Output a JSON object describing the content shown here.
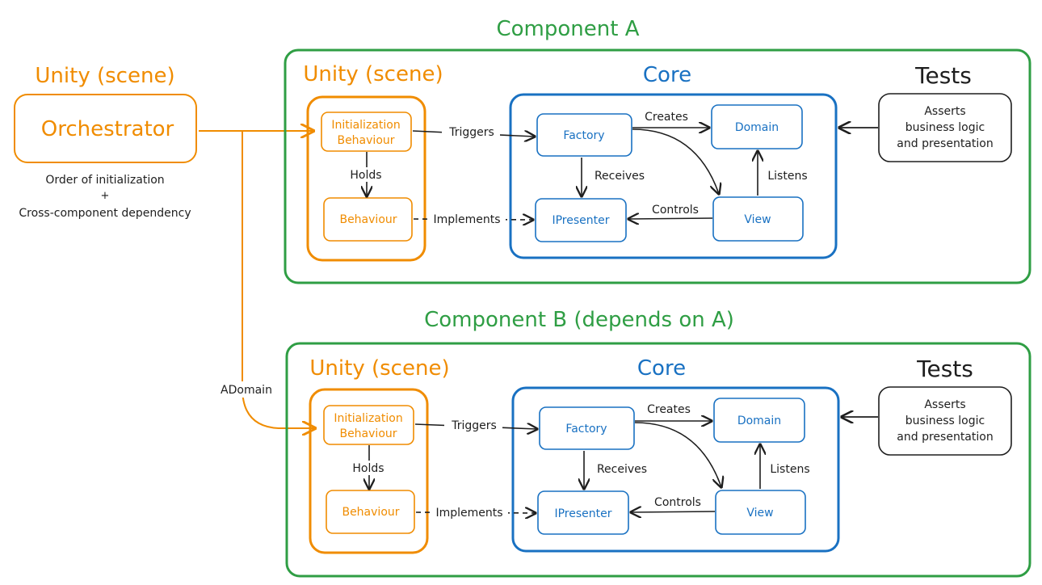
{
  "colors": {
    "green": "#2f9e44",
    "orange": "#f08c00",
    "blue": "#1971c2",
    "black": "#1e1e1e"
  },
  "orchestrator": {
    "section_title": "Unity (scene)",
    "label": "Orchestrator",
    "note_line1": "Order of initialization",
    "note_line2": "+",
    "note_line3": "Cross-component dependency",
    "edge_label": "ADomain"
  },
  "components": [
    {
      "title": "Component A",
      "unity_title": "Unity (scene)",
      "core_title": "Core",
      "tests_title": "Tests",
      "init_line1": "Initialization",
      "init_line2": "Behaviour",
      "behaviour": "Behaviour",
      "factory": "Factory",
      "domain": "Domain",
      "ipresenter": "IPresenter",
      "view": "View",
      "tests_line1": "Asserts",
      "tests_line2": "business logic",
      "tests_line3": "and presentation",
      "edges": {
        "holds": "Holds",
        "implements": "Implements",
        "triggers": "Triggers",
        "creates": "Creates",
        "receives": "Receives",
        "listens": "Listens",
        "controls": "Controls"
      }
    },
    {
      "title": "Component B (depends on A)",
      "unity_title": "Unity (scene)",
      "core_title": "Core",
      "tests_title": "Tests",
      "init_line1": "Initialization",
      "init_line2": "Behaviour",
      "behaviour": "Behaviour",
      "factory": "Factory",
      "domain": "Domain",
      "ipresenter": "IPresenter",
      "view": "View",
      "tests_line1": "Asserts",
      "tests_line2": "business logic",
      "tests_line3": "and presentation",
      "edges": {
        "holds": "Holds",
        "implements": "Implements",
        "triggers": "Triggers",
        "creates": "Creates",
        "receives": "Receives",
        "listens": "Listens",
        "controls": "Controls"
      }
    }
  ]
}
